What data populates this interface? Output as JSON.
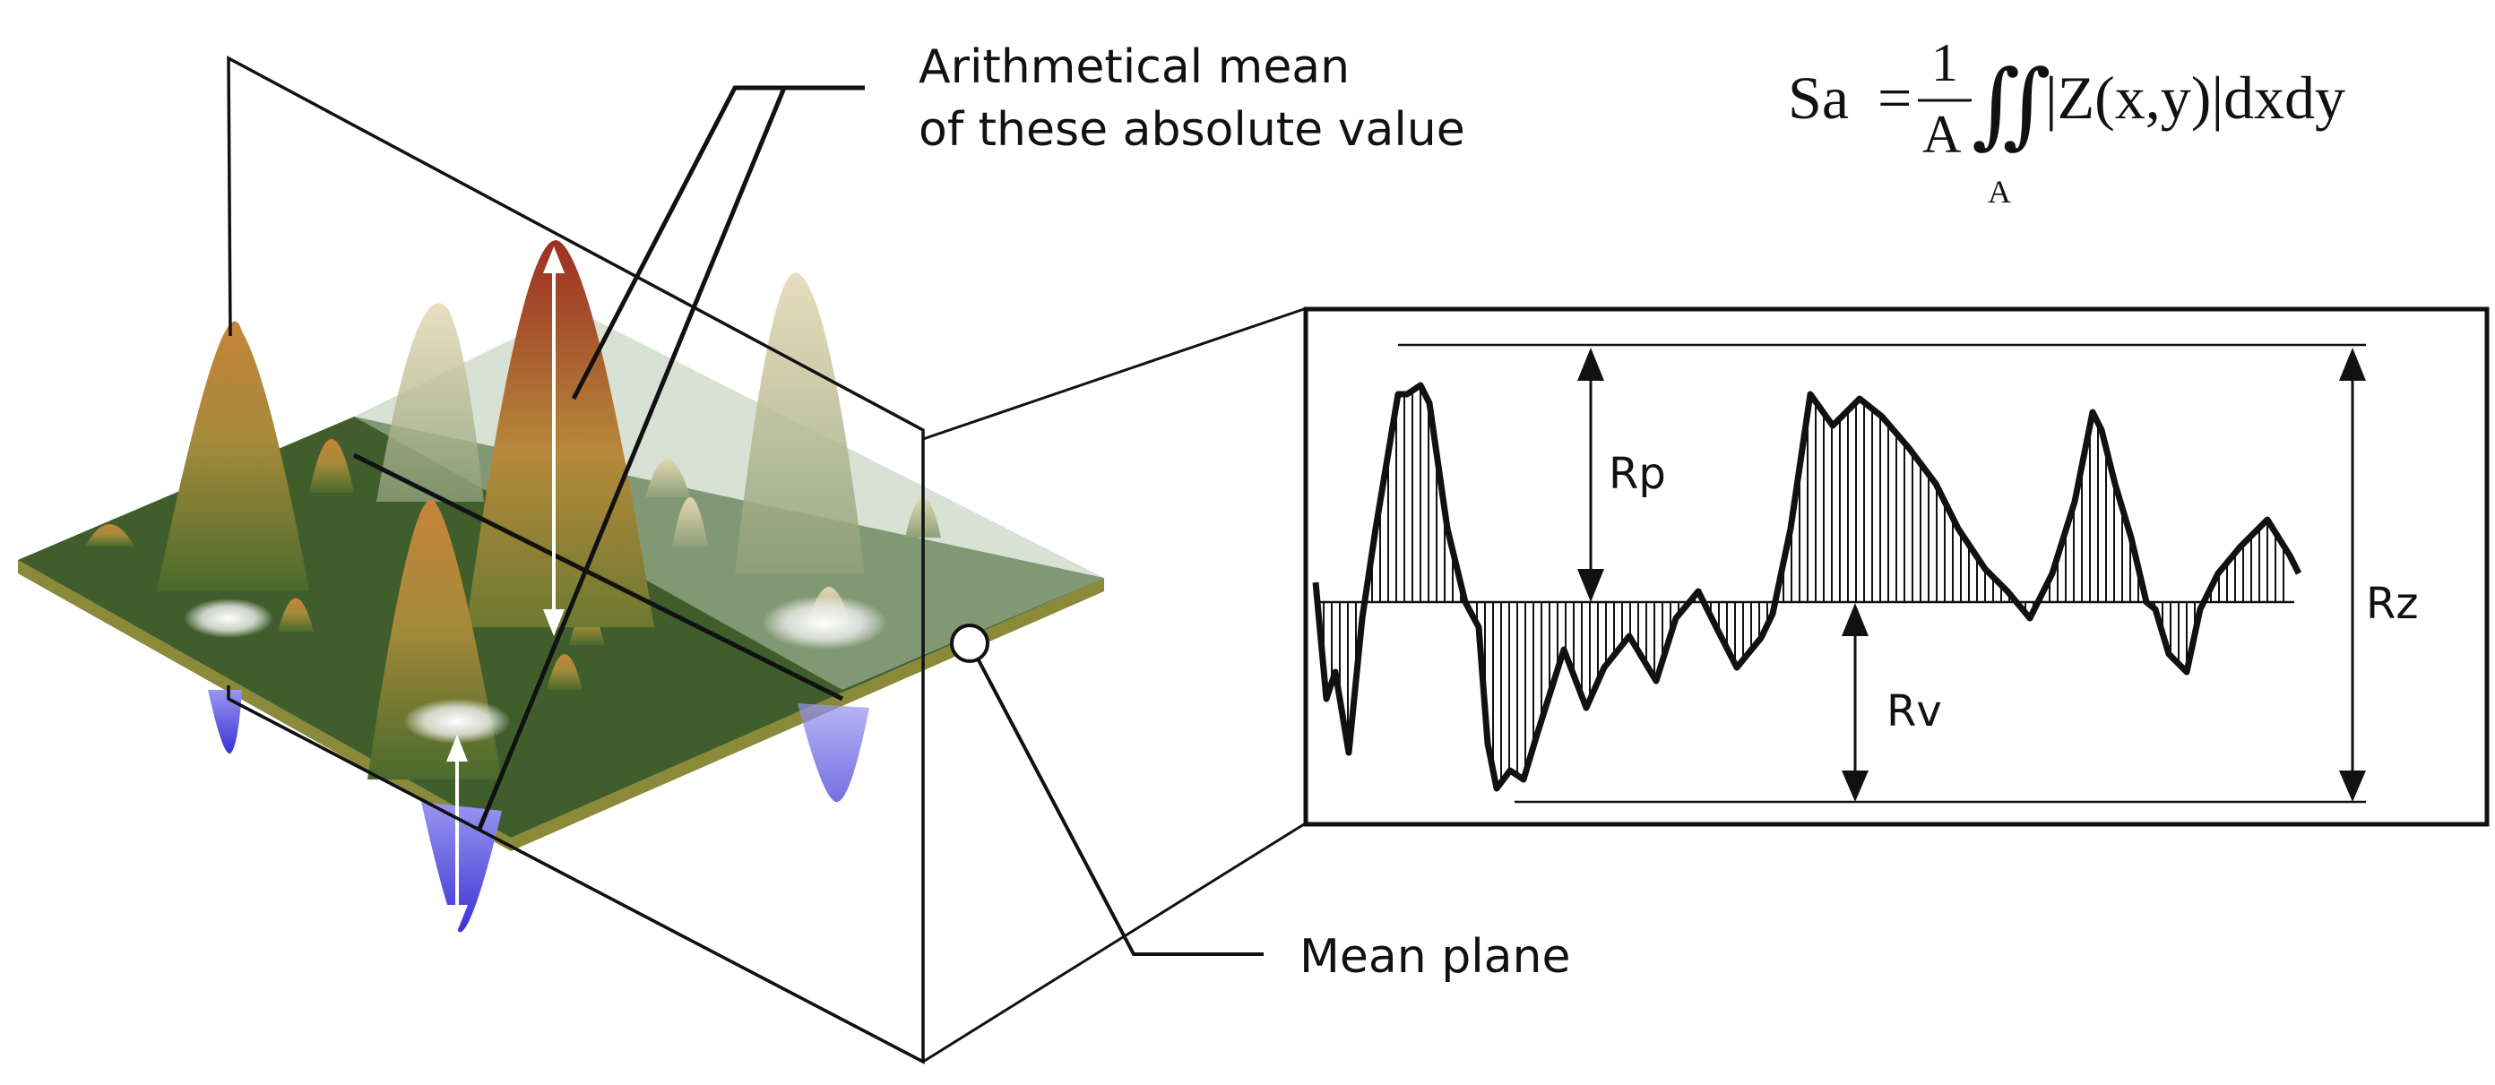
{
  "annotations": {
    "arithmetical_mean_line1": "Arithmetical mean",
    "arithmetical_mean_line2": "of these absolute value",
    "mean_plane": "Mean plane"
  },
  "formula": {
    "lhs": "Sa",
    "equals": "=",
    "numerator": "1",
    "denominator": "A",
    "integral": "∬",
    "domain": "A",
    "integrand": "|Z(x,y)|dxdy"
  },
  "profile": {
    "rp_label": "Rp",
    "rv_label": "Rv",
    "rz_label": "Rz"
  },
  "colors": {
    "plane_green": "#3f5e2c",
    "plane_edge": "#8a8a3a",
    "peak_gold": "#b98a38",
    "peak_red": "#9e2e24",
    "valley_blue": "#4a3fd6",
    "line": "#111111"
  }
}
